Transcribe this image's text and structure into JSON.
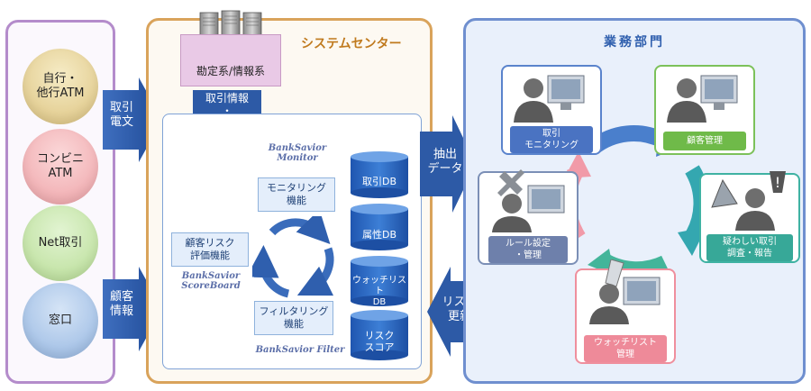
{
  "channels": [
    "自行・\n他行ATM",
    "コンビニ\nATM",
    "Net取引",
    "窓口"
  ],
  "left_arrows": {
    "transaction": "取引\n電文",
    "customer": "顧客\n情報"
  },
  "system_center": {
    "title": "システムセンター",
    "host_label": "勘定系/情報系",
    "flow_label": "取引情報\n・\n属性情報",
    "monitor_logo": "BankSavior\nMonitor",
    "scoreboard_logo": "BankSavior\nScoreBoard",
    "filter_logo": "BankSavior Filter",
    "monitoring_function": "モニタリング\n機能",
    "risk_function": "顧客リスク\n評価機能",
    "filtering_function": "フィルタリング\n機能",
    "databases": [
      "取引DB",
      "属性DB",
      "ウォッチリスト\nDB",
      "リスク\nスコア"
    ]
  },
  "mid_arrows": {
    "extract": "抽出\nデータ",
    "list": "リスト\n更新"
  },
  "business": {
    "title": "業務部門",
    "roles": {
      "monitoring": "取引\nモニタリング",
      "customer_mgmt": "顧客管理",
      "suspicious": "疑わしい取引\n調査・報告",
      "watchlist": "ウォッチリスト\n管理",
      "rule": "ルール設定\n・管理"
    }
  },
  "colors": {
    "left_panel": "#b48ccb",
    "center_panel": "#d9a35b",
    "right_panel": "#6f8fcf",
    "arrow": "#2d5aa6",
    "circle_atm": "#e6d49a",
    "circle_convenience": "#f2b3b6",
    "circle_net": "#c6e6a8",
    "circle_counter": "#a7c4e8"
  }
}
